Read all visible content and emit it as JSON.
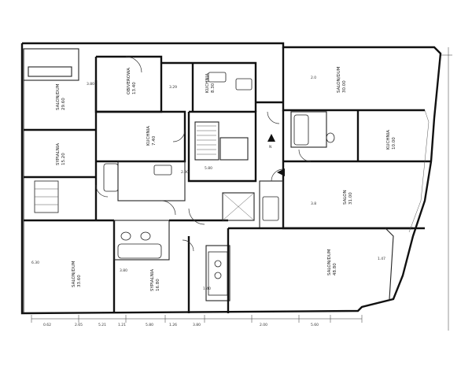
{
  "rooms": [
    {
      "id": "r1",
      "name": "SALON/DUM",
      "area": "29.60"
    },
    {
      "id": "r2",
      "name": "OBIVEROWA",
      "area": "13.40"
    },
    {
      "id": "r3",
      "name": "KUCHNIA",
      "area": "8.30"
    },
    {
      "id": "r4",
      "name": "SALON/DUM",
      "area": "30.00"
    },
    {
      "id": "r5",
      "name": "SYPIALNIA",
      "area": "15.20"
    },
    {
      "id": "r6",
      "name": "KUCHNIA",
      "area": "7.40"
    },
    {
      "id": "r7",
      "name": "KUCHNIA",
      "area": "10.00"
    },
    {
      "id": "r8",
      "name": "SALON",
      "area": "31.00"
    },
    {
      "id": "r9",
      "name": "SALON/DUM",
      "area": "33.60"
    },
    {
      "id": "r10",
      "name": "SYPIALNIA",
      "area": "16.80"
    },
    {
      "id": "r11",
      "name": "SALON/DUM",
      "area": "48.80"
    }
  ],
  "small_labels": [
    "3.80",
    "2.90",
    "5.80",
    "3.29",
    "2.0",
    "3.8",
    "1.47",
    "6.30",
    "3.80",
    "1.40"
  ],
  "dimensions": [
    "0.62",
    "2.65",
    "5.21",
    "1.21",
    "5.80",
    "1.26",
    "3.80",
    "2.00",
    "5.60"
  ],
  "north_arrow": "N"
}
